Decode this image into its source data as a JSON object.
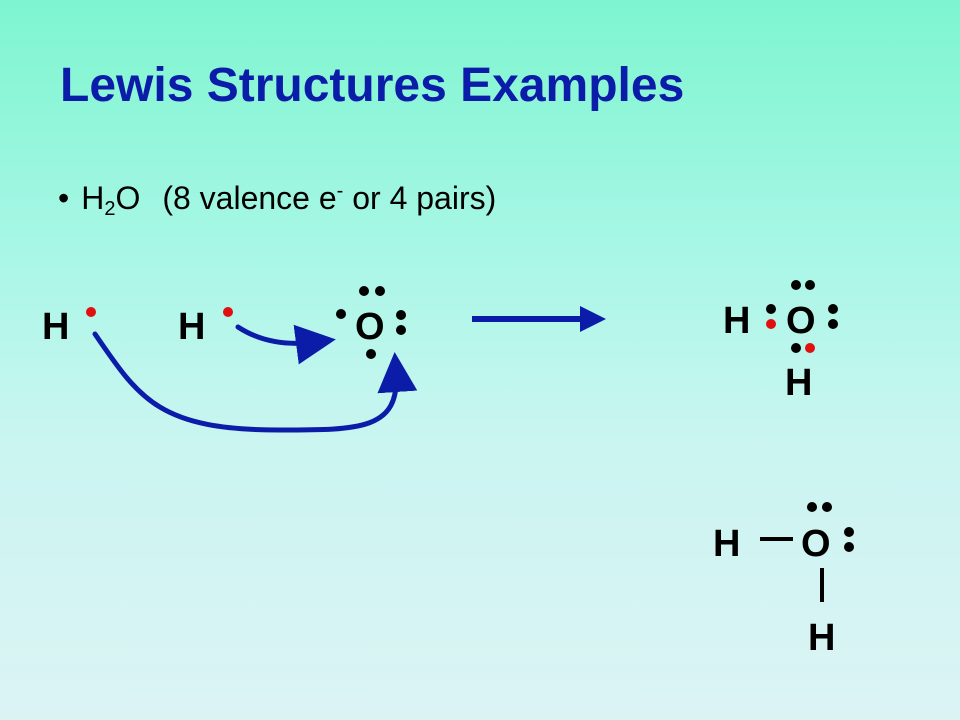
{
  "slide": {
    "title": "Lewis Structures Examples",
    "bullet": {
      "marker": "•",
      "formula_h": "H",
      "formula_sub": "2",
      "formula_o": "O",
      "desc_pre": "(8 valence e",
      "desc_sup": "-",
      "desc_post": " or 4 pairs)"
    }
  },
  "diagram": {
    "atom_h": "H",
    "atom_o": "O",
    "colors": {
      "title": "#0b1ca8",
      "arrow": "#0b1ca8",
      "shared_electron": "#e01010",
      "electron": "#000000"
    }
  }
}
